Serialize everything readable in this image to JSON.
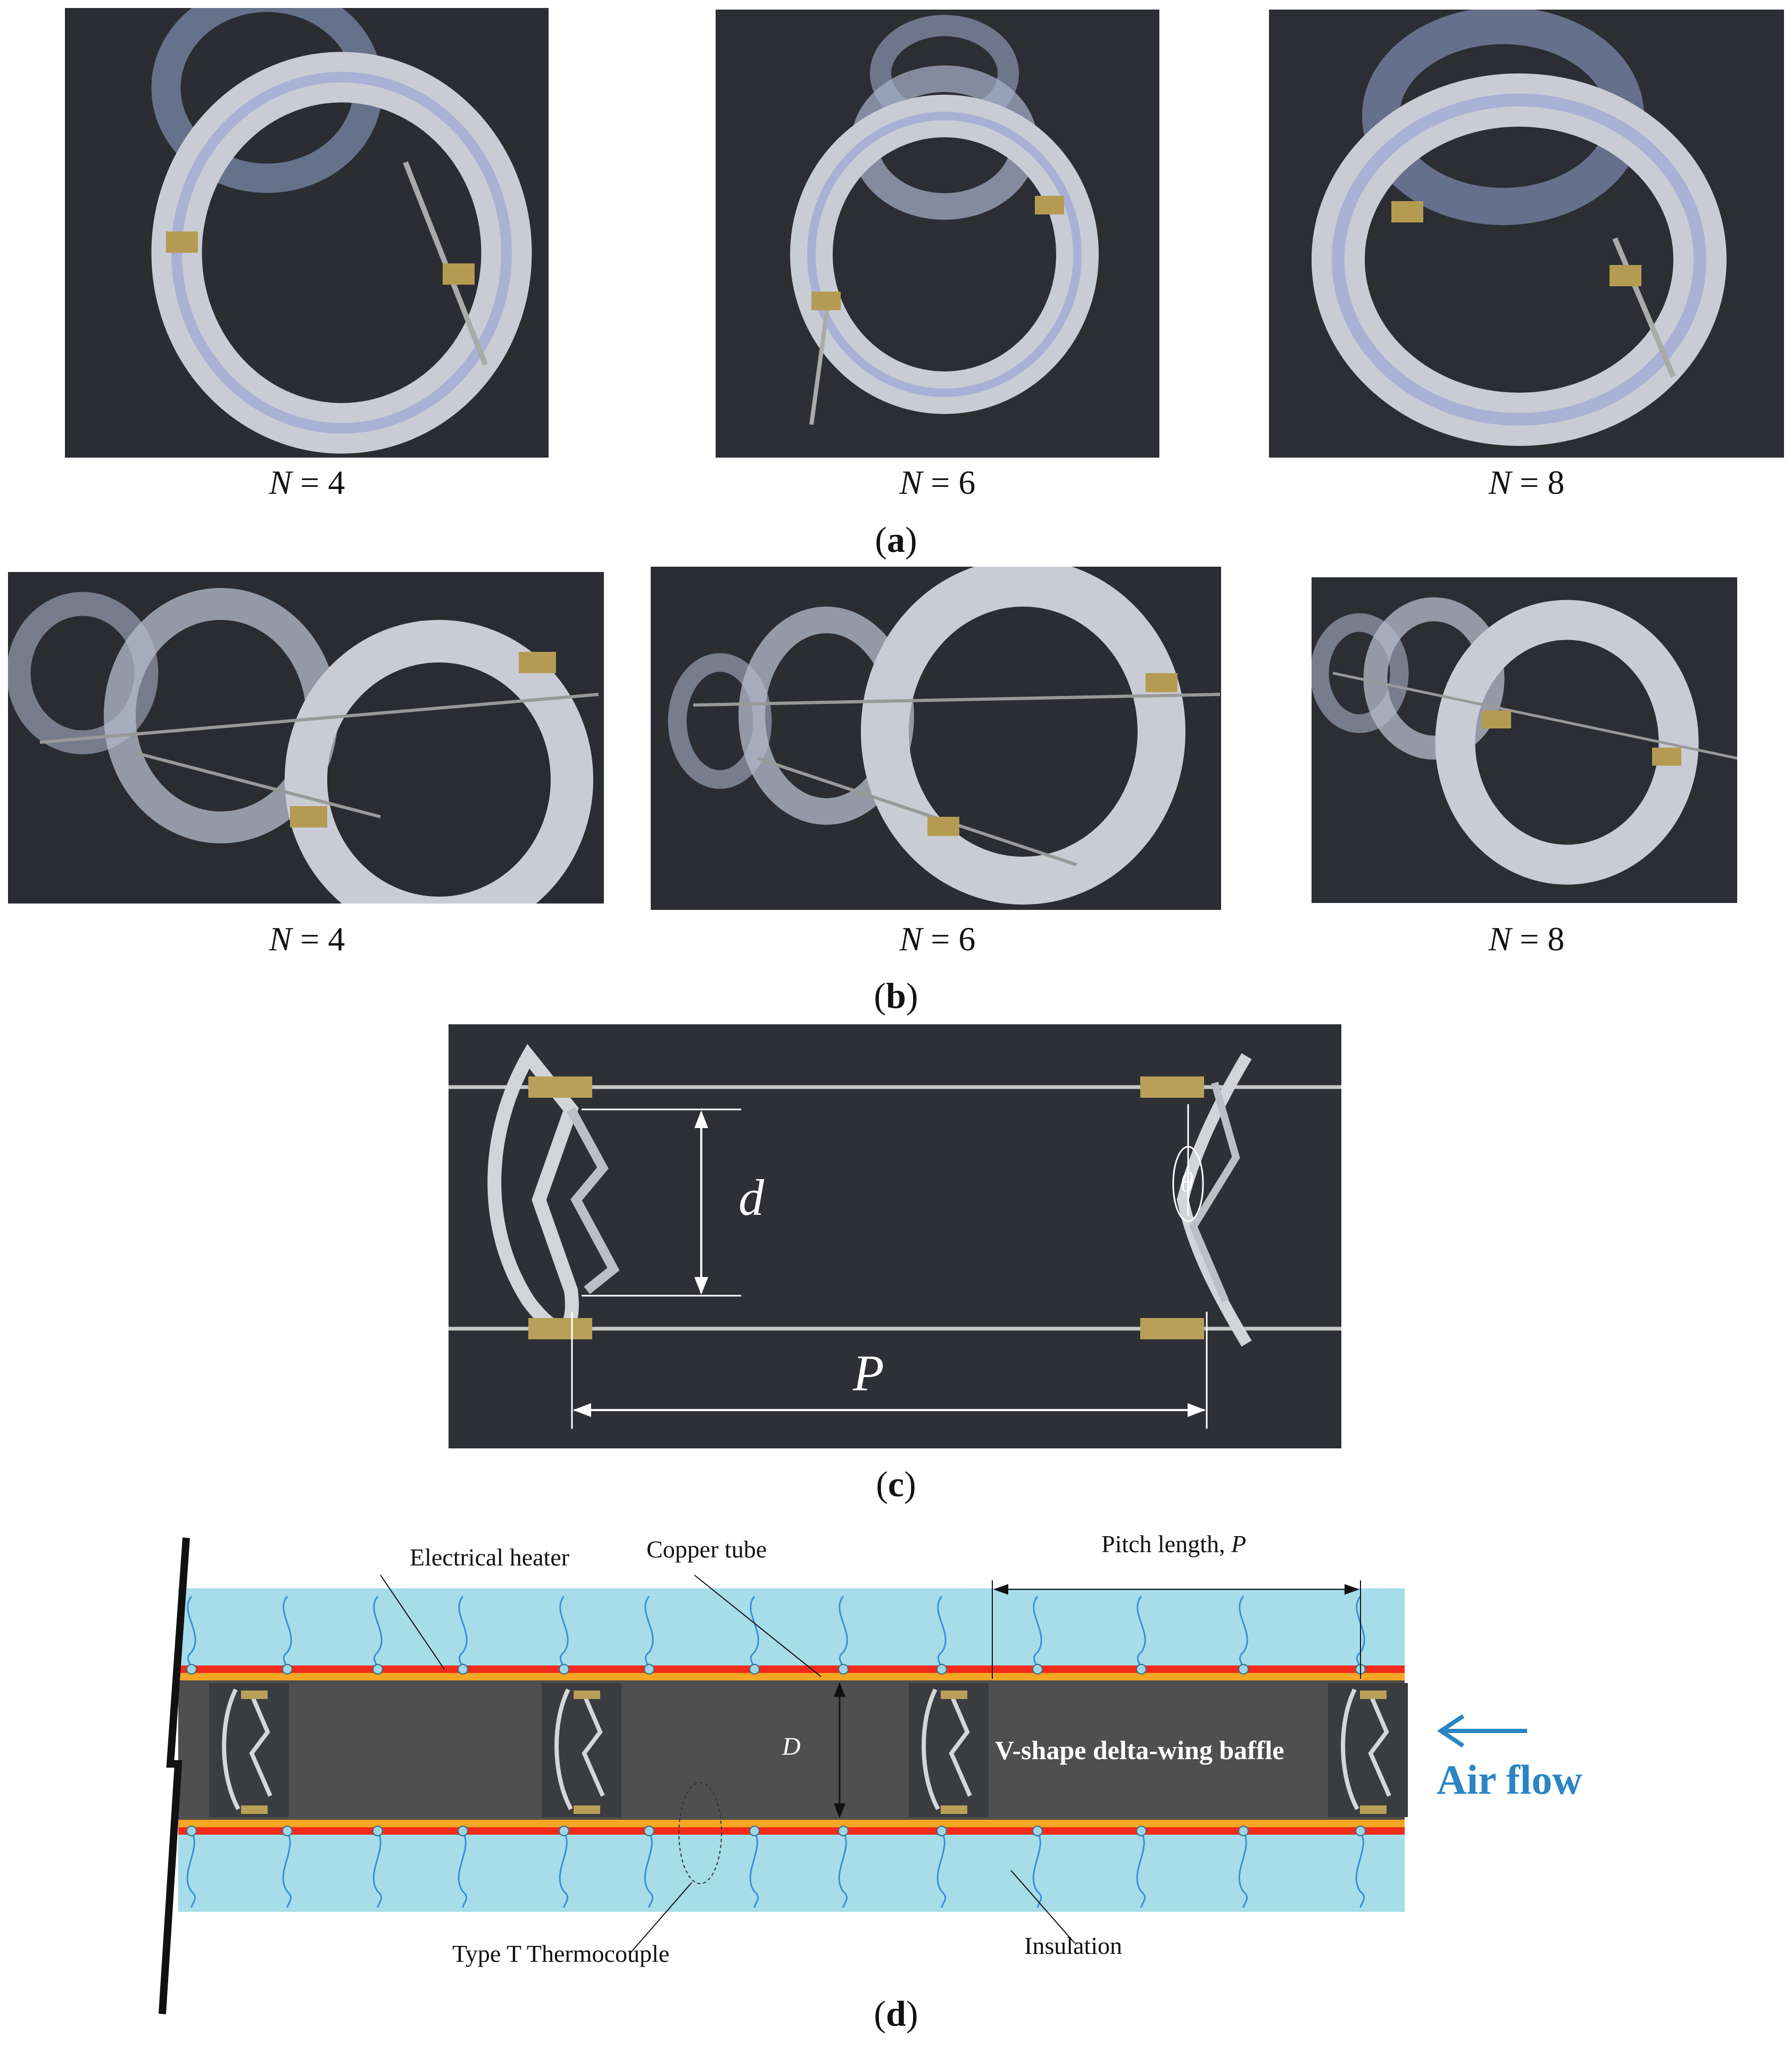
{
  "row_a": {
    "captions": [
      {
        "var": "N",
        "eq": " = 4"
      },
      {
        "var": "N",
        "eq": " = 6"
      },
      {
        "var": "N",
        "eq": " = 8"
      }
    ],
    "panel": "a"
  },
  "row_b": {
    "captions": [
      {
        "var": "N",
        "eq": " = 4"
      },
      {
        "var": "N",
        "eq": " = 6"
      },
      {
        "var": "N",
        "eq": " = 8"
      }
    ],
    "panel": "b"
  },
  "photo_c": {
    "d_label": "d",
    "p_label": "P",
    "theta_label": "θ",
    "panel": "c"
  },
  "schematic": {
    "electrical_heater": "Electrical heater",
    "copper_tube": "Copper tube",
    "pitch_length": "Pitch length, ",
    "pitch_var": "P",
    "diameter": "D",
    "baffle": "V-shape delta-wing baffle",
    "air_flow": "Air flow",
    "thermocouple": "Type T Thermocouple",
    "insulation": "Insulation",
    "panel": "d",
    "colors": {
      "insulation": "#a6dde9",
      "heater": "#f22a1a",
      "copper": "#f5a623",
      "tube_interior": "#4f4f4f",
      "air_flow": "#2a85c4"
    }
  }
}
